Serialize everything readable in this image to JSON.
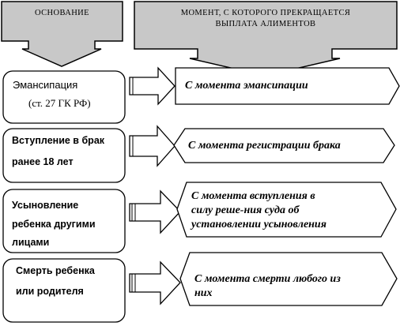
{
  "header": {
    "left_label": "ОСНОВАНИЕ",
    "right_label_line1": "МОМЕНТ, С КОТОРОГО ПРЕКРАЩАЕТСЯ",
    "right_label_line2": "ВЫПЛАТА АЛИМЕНТОВ"
  },
  "rows": [
    {
      "basis_line1": "Эмансипация",
      "basis_line2": "(ст. 27 ГК РФ)",
      "basis_line3": "",
      "moment_line1": "С момента эмансипации",
      "moment_line2": "",
      "moment_line3": ""
    },
    {
      "basis_line1": "Вступление в брак",
      "basis_line2": "ранее 18 лет",
      "basis_line3": "",
      "moment_line1": "С момента регистрации брака",
      "moment_line2": "",
      "moment_line3": ""
    },
    {
      "basis_line1": "Усыновление",
      "basis_line2": "ребенка другими",
      "basis_line3": "лицами",
      "moment_line1": "С момента вступления в",
      "moment_line2": "силу реше-ния суда об",
      "moment_line3": "установлении усыновления"
    },
    {
      "basis_line1": "Смерть ребенка",
      "basis_line2": "или родителя",
      "basis_line3": "",
      "moment_line1": "С момента смерти любого из",
      "moment_line2": "них",
      "moment_line3": ""
    }
  ],
  "colors": {
    "header_fill": "#c8c8c8",
    "line": "#000000"
  }
}
